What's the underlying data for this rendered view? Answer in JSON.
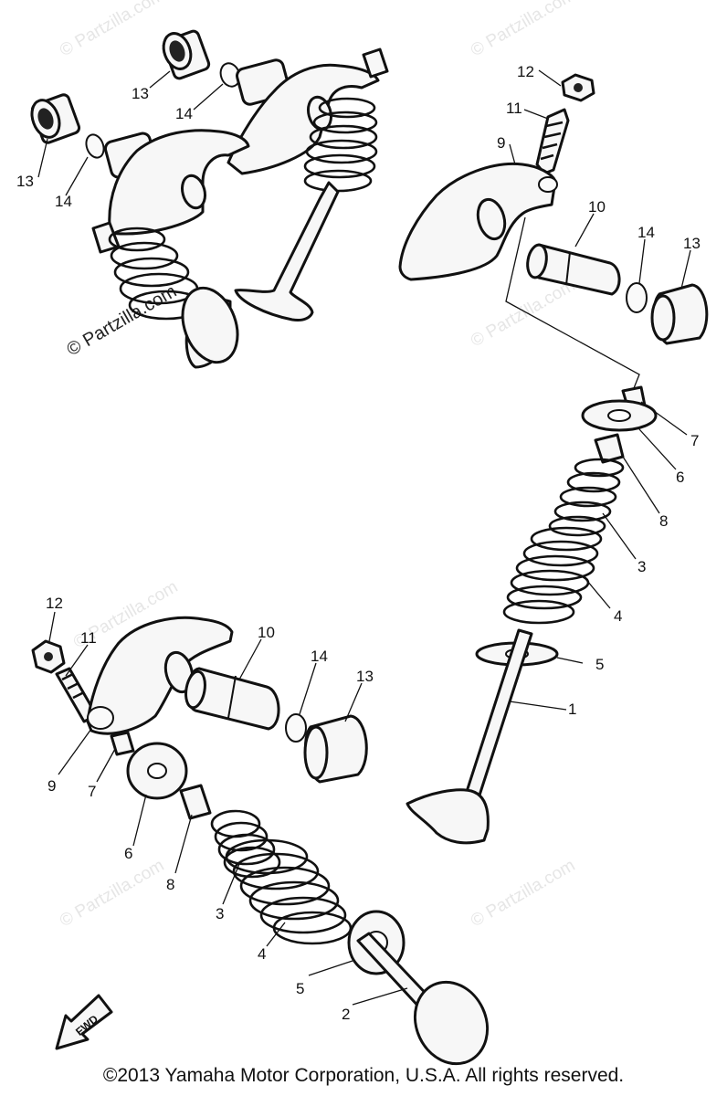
{
  "watermark": "© Partzilla.com",
  "fwd_label": "FWD",
  "copyright": "©2013  Yamaha Motor Corporation, U.S.A. All rights reserved.",
  "callouts": {
    "c1": "1",
    "c2": "2",
    "c3a": "3",
    "c3b": "3",
    "c4a": "4",
    "c4b": "4",
    "c5a": "5",
    "c5b": "5",
    "c6a": "6",
    "c6b": "6",
    "c7a": "7",
    "c7b": "7",
    "c8a": "8",
    "c8b": "8",
    "c9a": "9",
    "c9b": "9",
    "c10a": "10",
    "c10b": "10",
    "c11a": "11",
    "c11b": "11",
    "c12a": "12",
    "c12b": "12",
    "c13a": "13",
    "c13b": "13",
    "c13c": "13",
    "c13d": "13",
    "c14a": "14",
    "c14b": "14",
    "c14c": "14",
    "c14d": "14"
  }
}
